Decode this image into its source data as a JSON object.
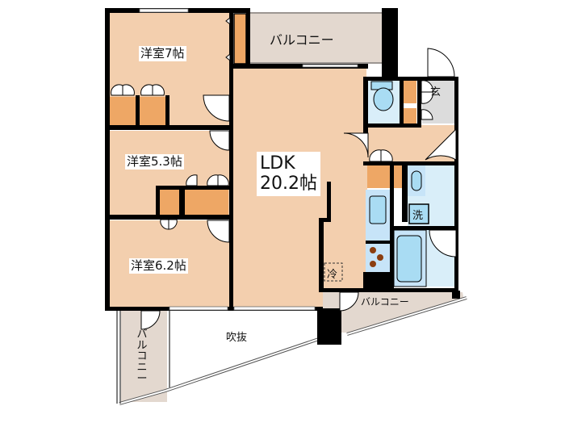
{
  "floor_plan": {
    "rooms": [
      {
        "id": "western-room-1",
        "label": "洋室7帖",
        "type": "bedroom"
      },
      {
        "id": "western-room-2",
        "label": "洋室5.3帖",
        "type": "bedroom"
      },
      {
        "id": "western-room-3",
        "label": "洋室6.2帖",
        "type": "bedroom"
      },
      {
        "id": "ldk",
        "label_line1": "LDK",
        "label_line2": "20.2帖",
        "type": "living-dining-kitchen"
      }
    ],
    "balconies": {
      "top": "バルコニー",
      "bottom_right": "バルコニー",
      "left_vertical": [
        "バ",
        "ル",
        "コ",
        "ニ",
        "ー"
      ]
    },
    "void_label": "吹抜",
    "entrance_label": "玄",
    "washer_label": "洗",
    "fridge_label": "冷",
    "colors": {
      "room_floor": "#f3cfae",
      "storage": "#eea765",
      "balcony": "#e3d8cf",
      "wet_area": "#d9eef9",
      "fixture": "#a9dcf3",
      "entrance": "#dcdcdc",
      "wall": "#000000"
    }
  }
}
